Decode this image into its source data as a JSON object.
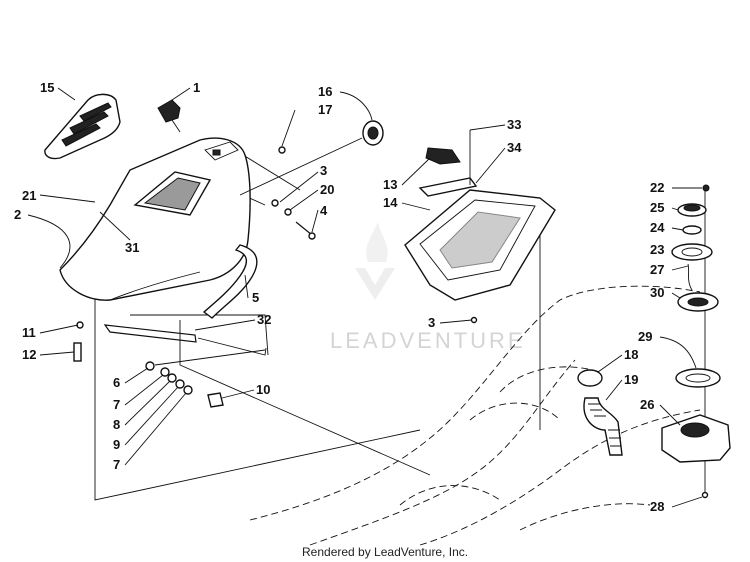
{
  "callouts": [
    {
      "id": "c15",
      "text": "15"
    },
    {
      "id": "c1",
      "text": "1"
    },
    {
      "id": "c16",
      "text": "16"
    },
    {
      "id": "c17",
      "text": "17"
    },
    {
      "id": "c3a",
      "text": "3"
    },
    {
      "id": "c20",
      "text": "20"
    },
    {
      "id": "c4",
      "text": "4"
    },
    {
      "id": "c21",
      "text": "21"
    },
    {
      "id": "c2",
      "text": "2"
    },
    {
      "id": "c31",
      "text": "31"
    },
    {
      "id": "c5",
      "text": "5"
    },
    {
      "id": "c32",
      "text": "32"
    },
    {
      "id": "c11",
      "text": "11"
    },
    {
      "id": "c12",
      "text": "12"
    },
    {
      "id": "c6",
      "text": "6"
    },
    {
      "id": "c7a",
      "text": "7"
    },
    {
      "id": "c8",
      "text": "8"
    },
    {
      "id": "c9",
      "text": "9"
    },
    {
      "id": "c7b",
      "text": "7"
    },
    {
      "id": "c10",
      "text": "10"
    },
    {
      "id": "c33",
      "text": "33"
    },
    {
      "id": "c34",
      "text": "34"
    },
    {
      "id": "c13",
      "text": "13"
    },
    {
      "id": "c14",
      "text": "14"
    },
    {
      "id": "c3b",
      "text": "3"
    },
    {
      "id": "c22",
      "text": "22"
    },
    {
      "id": "c25",
      "text": "25"
    },
    {
      "id": "c24",
      "text": "24"
    },
    {
      "id": "c23",
      "text": "23"
    },
    {
      "id": "c27",
      "text": "27"
    },
    {
      "id": "c30",
      "text": "30"
    },
    {
      "id": "c29",
      "text": "29"
    },
    {
      "id": "c18",
      "text": "18"
    },
    {
      "id": "c19",
      "text": "19"
    },
    {
      "id": "c26",
      "text": "26"
    },
    {
      "id": "c28",
      "text": "28"
    }
  ],
  "watermark": "LEADVENTURE",
  "footer": "Rendered by LeadVenture, Inc."
}
